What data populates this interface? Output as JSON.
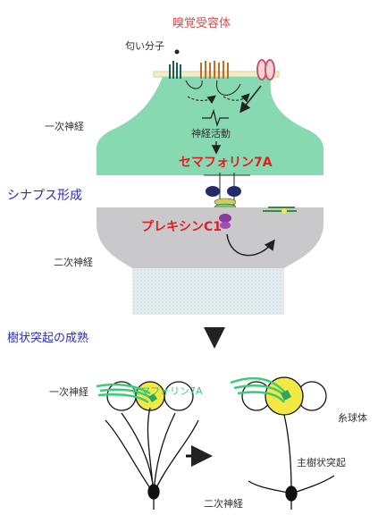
{
  "texts": {
    "olfactory_receptor": "嗅覚受容体",
    "odor_molecule": "匂い分子",
    "primary_neuron_top": "一次神経",
    "neural_activity": "神経活動",
    "semaphorin_top": "セマフォリン7A",
    "synapse_formation": "シナプス形成",
    "plexin": "プレキシンC1",
    "secondary_neuron_top": "二次神経",
    "dendrite_maturation": "樹状突起の成熟",
    "primary_neuron_bottom": "一次神経",
    "semaphorin_bottom": "セマフォリン7A",
    "glomerulus": "糸球体",
    "main_dendrite": "主樹状突起",
    "secondary_neuron_bottom": "二次神経"
  },
  "colors": {
    "primary_neuron_fill": "#86d9b1",
    "secondary_neuron_fill": "#c9c9cb",
    "secondary_base_fill": "#dfe9ee",
    "glomerulus_yellow": "#f3e844",
    "axon_green": "#3dc97a",
    "title_red": "#e04a4a",
    "label_blue": "#2c2cb4",
    "plexin_red": "#e02020"
  }
}
